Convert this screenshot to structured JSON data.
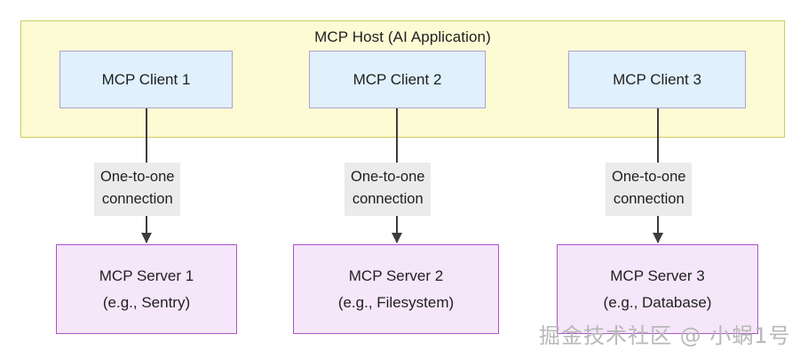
{
  "diagram": {
    "title": "MCP Host (AI Application)",
    "host": {
      "label": "MCP Host (AI Application)",
      "fill_color": "#fdfbd4",
      "border_color": "#cdcb5f"
    },
    "clients": [
      {
        "label": "MCP Client 1"
      },
      {
        "label": "MCP Client 2"
      },
      {
        "label": "MCP Client 3"
      }
    ],
    "client_style": {
      "fill_color": "#e0f0fd",
      "border_color": "#b09fd0"
    },
    "connections": [
      {
        "line1": "One-to-one",
        "line2": "connection"
      },
      {
        "line1": "One-to-one",
        "line2": "connection"
      },
      {
        "line1": "One-to-one",
        "line2": "connection"
      }
    ],
    "connection_style": {
      "label_background": "#ebebeb",
      "arrow_color": "#3d3d3d"
    },
    "servers": [
      {
        "line1": "MCP Server 1",
        "line2": "(e.g., Sentry)"
      },
      {
        "line1": "MCP Server 2",
        "line2": "(e.g., Filesystem)"
      },
      {
        "line1": "MCP Server 3",
        "line2": "(e.g., Database)"
      }
    ],
    "server_style": {
      "fill_color": "#f5e6fa",
      "border_color": "#a855c8"
    },
    "watermark": "掘金技术社区 @ 小蜗1号",
    "page_background": "#ffffff"
  }
}
